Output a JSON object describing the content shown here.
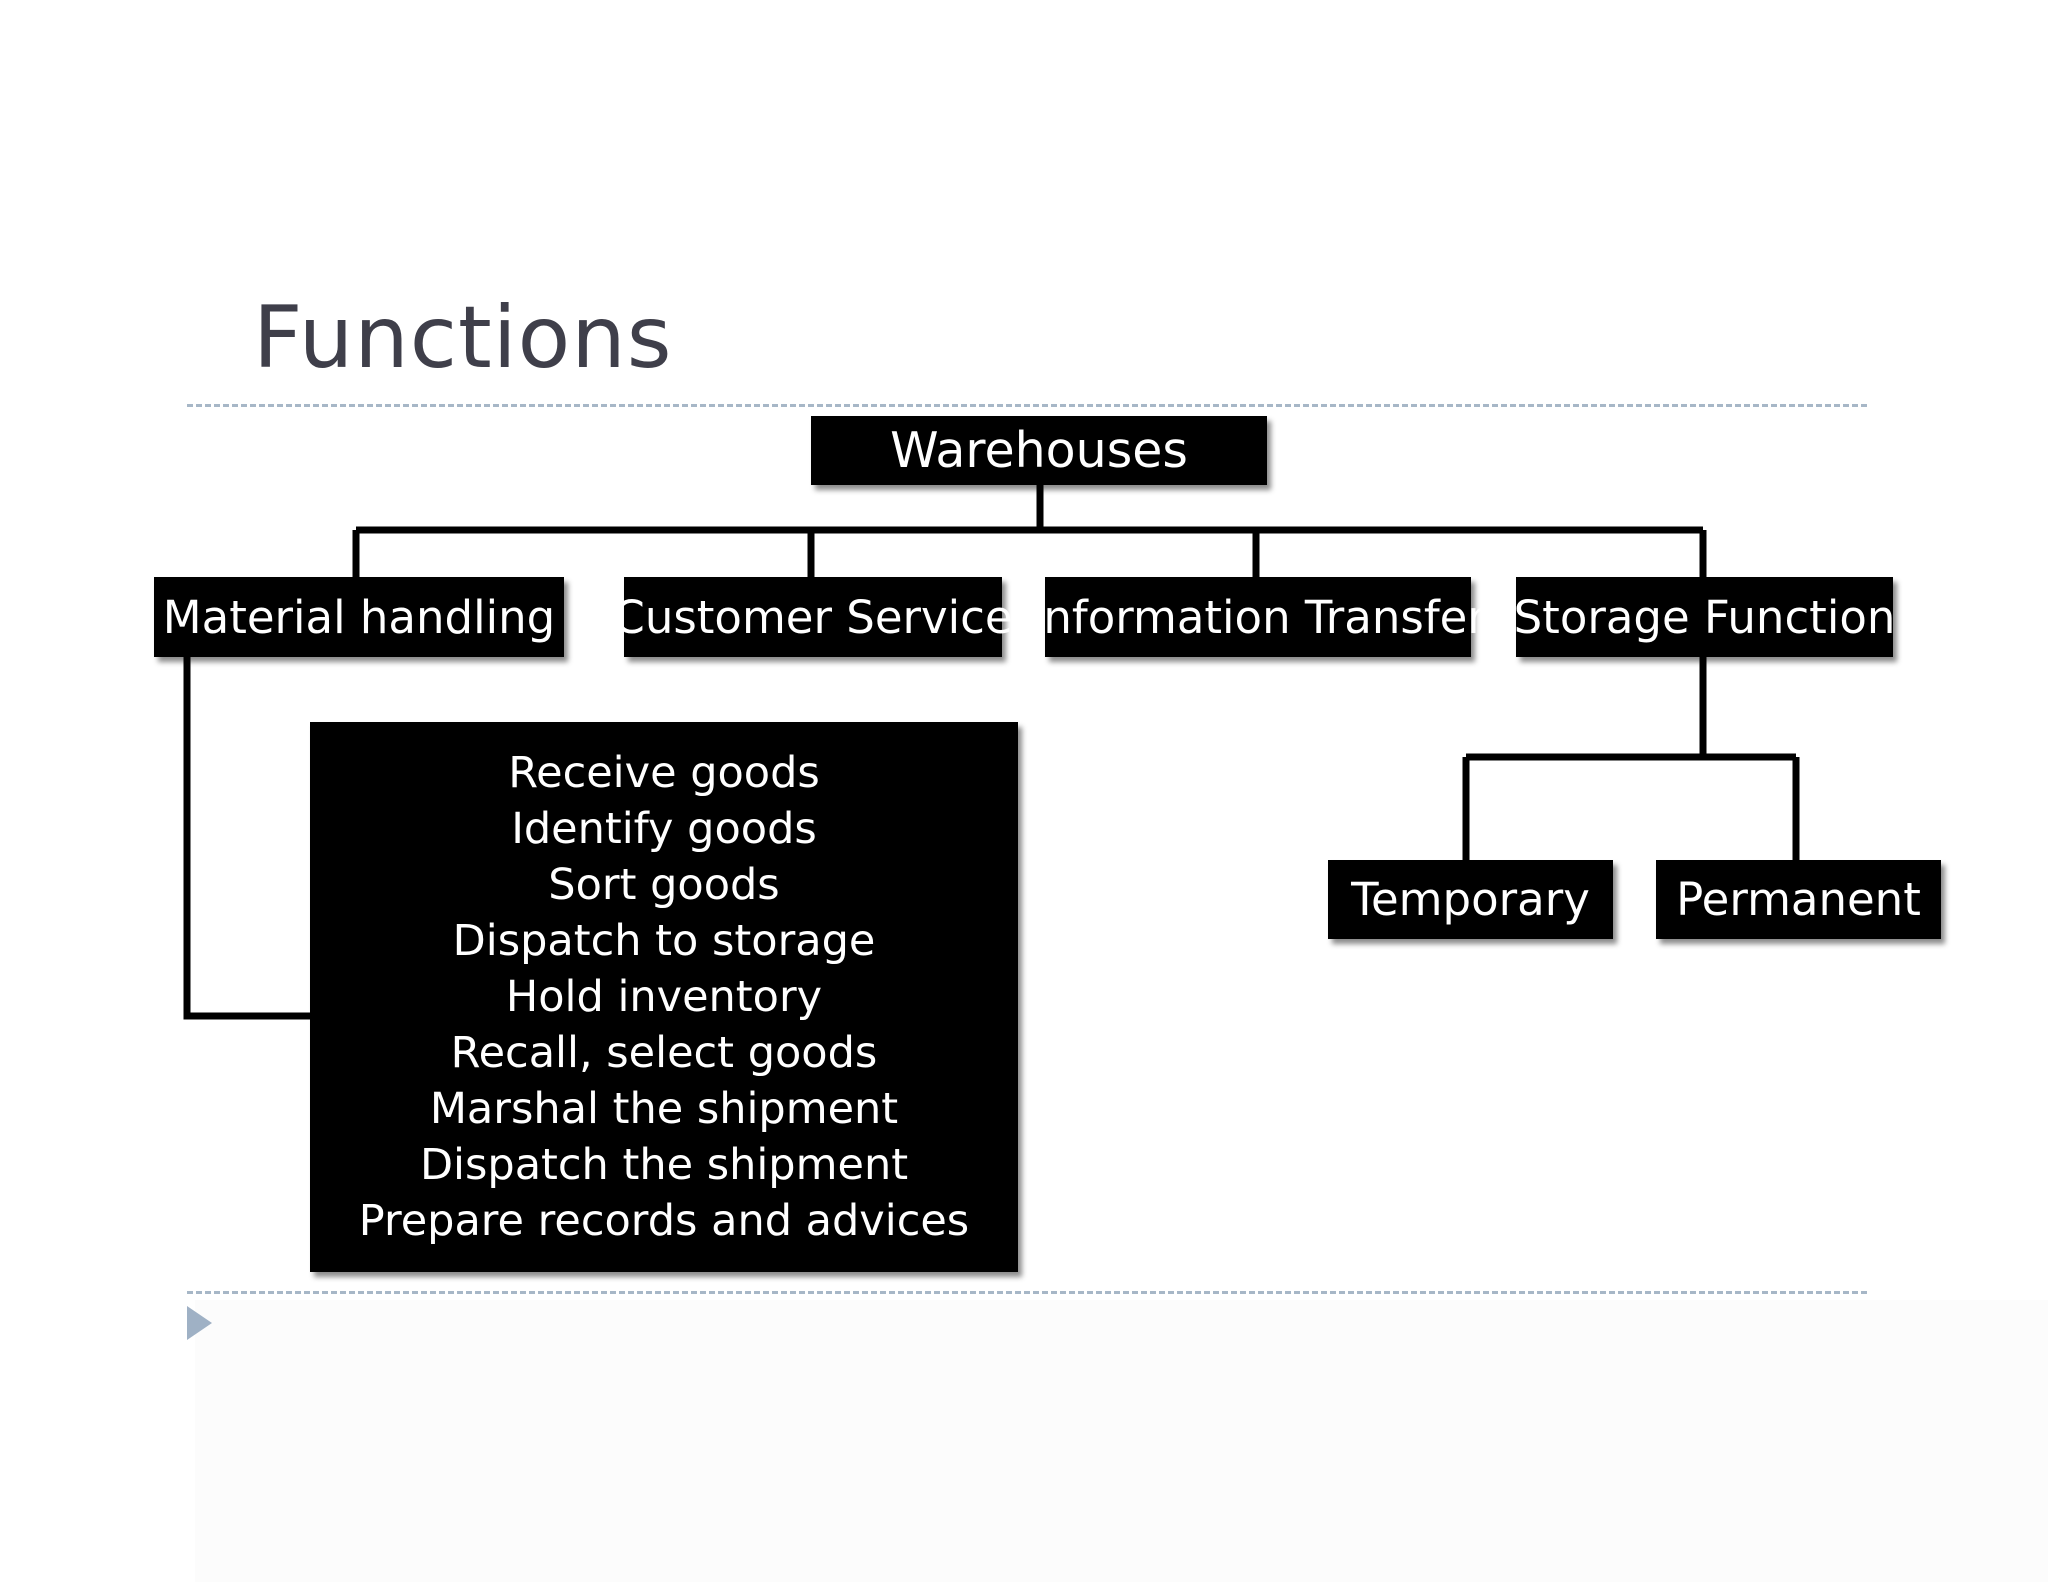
{
  "slide": {
    "title": "Functions"
  },
  "diagram": {
    "root": "Warehouses",
    "functions": [
      "Material handling",
      "Customer Service",
      "Information Transfer",
      "Storage Function"
    ],
    "material_handling_steps": [
      "Receive goods",
      "Identify goods",
      "Sort goods",
      "Dispatch to storage",
      "Hold inventory",
      "Recall, select goods",
      "Marshal the shipment",
      "Dispatch the shipment",
      "Prepare records and advices"
    ],
    "storage_types": [
      "Temporary",
      "Permanent"
    ]
  },
  "colors": {
    "box_fill": "#000000",
    "box_text": "#ffffff",
    "title_text": "#3f3f4a",
    "rule": "#a7b7c7",
    "bullet": "#9fb1c5"
  }
}
